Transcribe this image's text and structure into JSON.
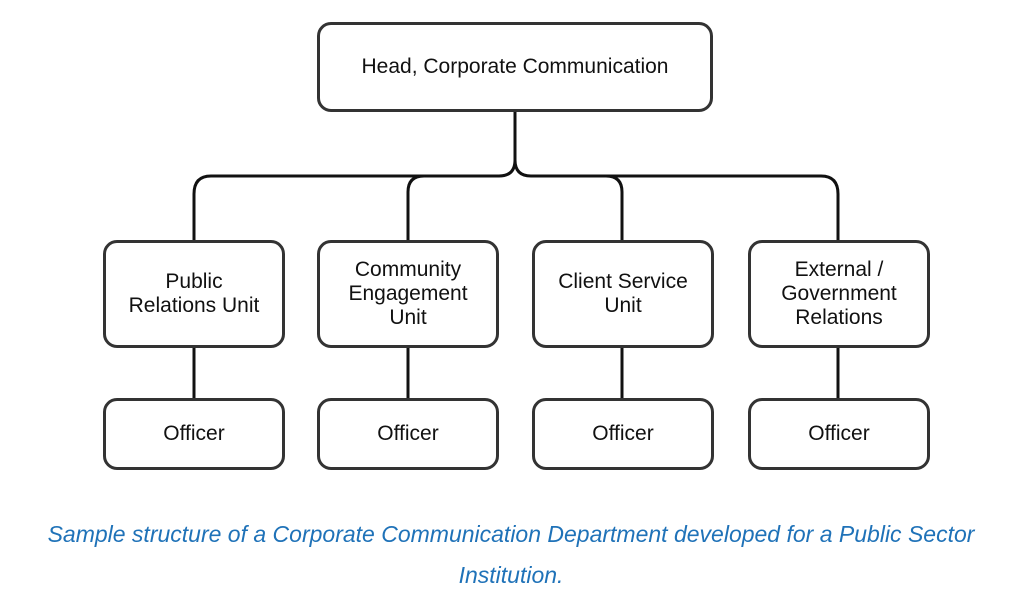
{
  "diagram": {
    "head": {
      "label": "Head, Corporate Communication"
    },
    "units": [
      {
        "label": "Public\nRelations Unit",
        "child": "Officer"
      },
      {
        "label": "Community\nEngagement\nUnit",
        "child": "Officer"
      },
      {
        "label": "Client Service\nUnit",
        "child": "Officer"
      },
      {
        "label": "External /\nGovernment\nRelations",
        "child": "Officer"
      }
    ],
    "caption": "Sample structure of a Corporate Communication Department developed for a Public Sector Institution."
  },
  "colors": {
    "caption": "#1f72b8",
    "box_border": "#333333",
    "connector": "#111111"
  }
}
